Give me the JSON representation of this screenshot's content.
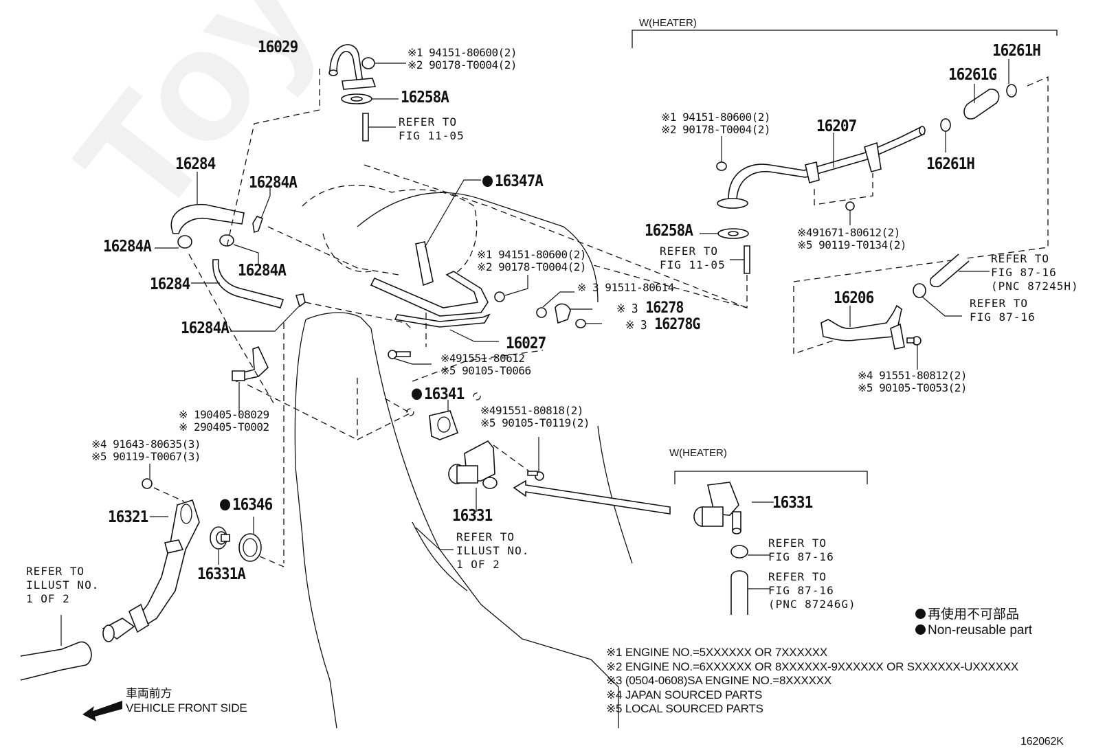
{
  "diagram": {
    "figure_id": "162062K",
    "watermark": "Toyota-wine.ru",
    "groups": [
      {
        "id": "heater_top",
        "label": "W(HEATER)"
      },
      {
        "id": "heater_bottom",
        "label": "W(HEATER)"
      }
    ],
    "parts": {
      "p16029": "16029",
      "p16258A_top": "16258A",
      "p16284_top": "16284",
      "p16284A_a": "16284A",
      "p16284A_b": "16284A",
      "p16284A_c": "16284A",
      "p16284_mid": "16284",
      "p16284A_d": "16284A",
      "p16347A": "16347A",
      "p16027": "16027",
      "p16278": "16278",
      "p16278G": "16278G",
      "p16341": "16341",
      "p16331_main": "16331",
      "p16321": "16321",
      "p16346": "16346",
      "p16331A": "16331A",
      "p16207": "16207",
      "p16261G": "16261G",
      "p16261H_top": "16261H",
      "p16261H_mid": "16261H",
      "p16258A_right": "16258A",
      "p16206": "16206",
      "p16331_heater": "16331"
    },
    "fasteners": {
      "nut_top": [
        "※1 94151-80600(2)",
        "※2 90178-T0004(2)"
      ],
      "nut_mid": [
        "※1 94151-80600(2)",
        "※2 90178-T0004(2)"
      ],
      "bolt_16278": "※ 3 91511-80614",
      "mark_16278": "※ 3",
      "mark_16278G": "※ 3",
      "bolt_16027": [
        "※491551-80612",
        "※5 90105-T0066"
      ],
      "bolt_16331": [
        "※491551-80818(2)",
        "※5 90105-T0119(2)"
      ],
      "plug_left": [
        "※ 190405-08029",
        "※ 290405-T0002"
      ],
      "bolt_16321": [
        "※4 91643-80635(3)",
        "※5 90119-T0067(3)"
      ],
      "nut_right": [
        "※1 94151-80600(2)",
        "※2 90178-T0004(2)"
      ],
      "bolt_16207": [
        "※491671-80612(2)",
        "※5 90119-T0134(2)"
      ],
      "bolt_16206": [
        "※4 91551-80812(2)",
        "※5 90105-T0053(2)"
      ]
    },
    "references": {
      "fig1105_top": [
        "REFER TO",
        "FIG 11-05"
      ],
      "fig1105_right": [
        "REFER TO",
        "FIG 11-05"
      ],
      "fig8716_hose": [
        "REFER TO",
        "FIG 87-16",
        "(PNC 87245H)"
      ],
      "fig8716_clamp": [
        "REFER TO",
        "FIG 87-16"
      ],
      "illust_center": [
        "REFER TO",
        "ILLUST NO.",
        "1 OF 2"
      ],
      "illust_left": [
        "REFER TO",
        "ILLUST NO.",
        "1 OF 2"
      ],
      "fig8716_heater_clamp": [
        "REFER TO",
        "FIG 87-16"
      ],
      "fig8716_heater_hose": [
        "REFER TO",
        "FIG 87-16",
        "(PNC 87246G)"
      ]
    },
    "legend": {
      "non_reusable_jp": "再使用不可部品",
      "non_reusable_en": "Non-reusable part"
    },
    "notes": [
      "※1 ENGINE NO.=5XXXXXX OR 7XXXXXX",
      "※2 ENGINE NO.=6XXXXXX OR 8XXXXXX-9XXXXXX OR SXXXXXX-UXXXXXX",
      "※3 (0504-0608)SA ENGINE NO.=8XXXXXX",
      "※4 JAPAN SOURCED PARTS",
      "※5 LOCAL SOURCED PARTS"
    ],
    "direction": {
      "jp": "車両前方",
      "en": "VEHICLE FRONT SIDE"
    }
  }
}
